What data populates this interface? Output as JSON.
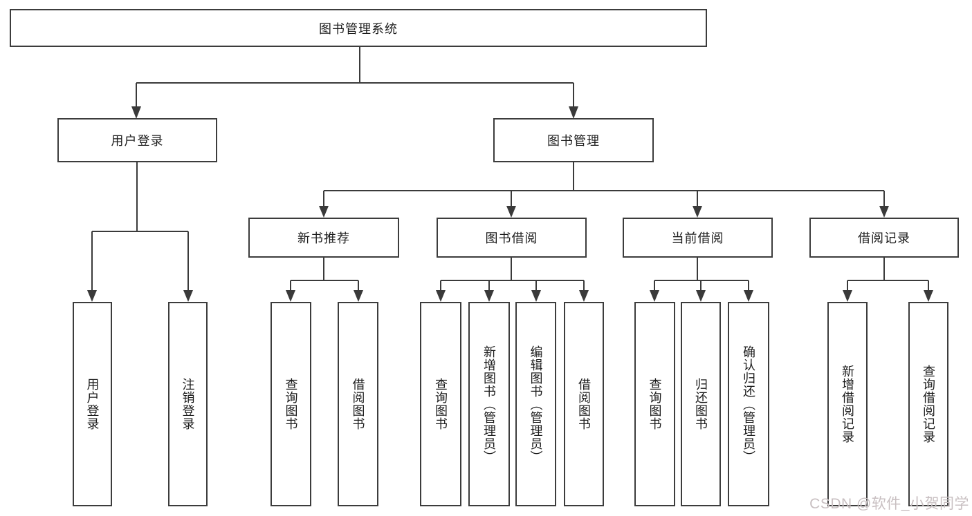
{
  "root": {
    "label": "图书管理系统"
  },
  "branches": {
    "user_login": {
      "label": "用户登录"
    },
    "book_management": {
      "label": "图书管理"
    }
  },
  "modules": {
    "new_book_recommend": {
      "label": "新书推荐"
    },
    "book_borrow": {
      "label": "图书借阅"
    },
    "current_borrow": {
      "label": "当前借阅"
    },
    "borrow_record": {
      "label": "借阅记录"
    }
  },
  "leaves": {
    "user_login": {
      "label": "用户登录"
    },
    "logout": {
      "label": "注销登录"
    },
    "recommend_query_book": {
      "label": "查询图书"
    },
    "recommend_borrow_book": {
      "label": "借阅图书"
    },
    "borrow_query_book": {
      "label": "查询图书"
    },
    "borrow_add_book": {
      "label": "新增图书（管理员）"
    },
    "borrow_edit_book": {
      "label": "编辑图书（管理员）"
    },
    "borrow_borrow_book": {
      "label": "借阅图书"
    },
    "current_query_book": {
      "label": "查询图书"
    },
    "current_return_book": {
      "label": "归还图书"
    },
    "current_confirm_return": {
      "label": "确认归还（管理员）"
    },
    "record_add": {
      "label": "新增借阅记录"
    },
    "record_query": {
      "label": "查询借阅记录"
    }
  },
  "watermark": {
    "text": "CSDN @软件_小贺同学"
  },
  "colors": {
    "line": "#3a3a3a",
    "box_border": "#3c3c3c",
    "text": "#1c1c1c",
    "watermark": "#c8bfc1",
    "background": "#ffffff"
  }
}
